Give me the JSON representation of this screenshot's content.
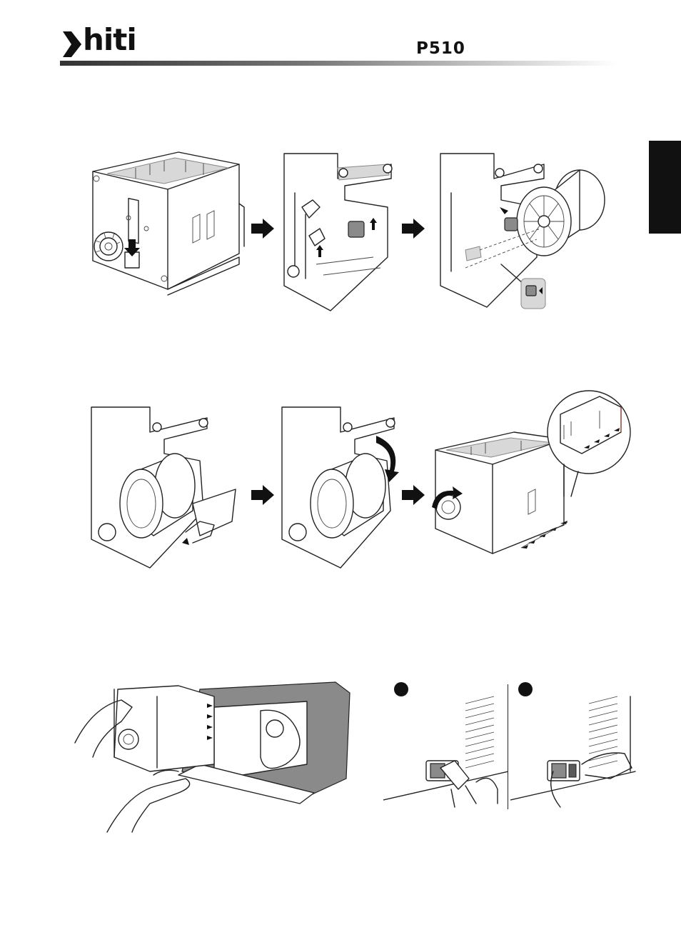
{
  "header": {
    "brand": "hiti",
    "model": "P510"
  },
  "icons": {
    "logo": "hiti-logo-mark",
    "step_arrow": "right-arrow-icon",
    "step_marker": "filled-circle-icon"
  },
  "colors": {
    "ink": "#111111",
    "rule_start": "#333333",
    "rule_end": "#ffffff",
    "highlight_gray": "#8a8a8a"
  }
}
